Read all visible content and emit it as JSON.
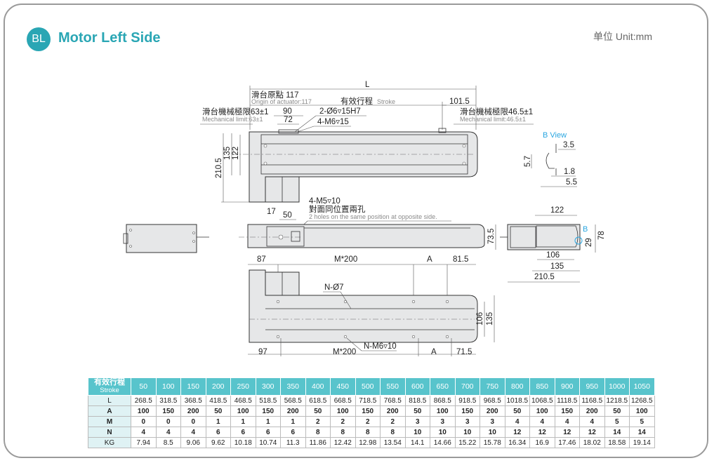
{
  "header": {
    "badge": "BL",
    "title": "Motor Left Side",
    "unit": "单位 Unit:mm"
  },
  "colors": {
    "accent": "#2aa6b4",
    "table_header": "#58c4cc",
    "b_view": "#2aa6e0"
  },
  "drawing": {
    "top_view": {
      "L": "L",
      "origin_cn": "滑台原點 117",
      "origin_en": "Origin of actuator:117",
      "stroke_cn": "有效行程",
      "stroke_en": "Stroke",
      "d101_5": "101.5",
      "mech_left_cn": "滑台機械極限63±1",
      "mech_left_en": "Mechanical limit:63±1",
      "mech_right_cn": "滑台機械極限46.5±1",
      "mech_right_en": "Mechanical limit:46.5±1",
      "d90": "90",
      "d72": "72",
      "pin_holes": "2-Ø6▿15H7",
      "tap_holes": "4-M6▿15",
      "d210_5": "210.5",
      "d135": "135",
      "d122": "122"
    },
    "b_view": {
      "title": "B View",
      "d3_5": "3.5",
      "d5_7": "5.7",
      "d1_8": "1.8",
      "d5_5": "5.5"
    },
    "side_view": {
      "m5_holes": "4-M5▿10",
      "m5_cn": "對面同位置兩孔",
      "m5_en": "2 holes on the same position at opposite side.",
      "d17": "17",
      "d50": "50"
    },
    "end_view": {
      "d122": "122",
      "d73_5": "73.5",
      "d29": "29",
      "d78": "78",
      "d106": "106",
      "d135": "135",
      "d210_5": "210.5",
      "b_label": "B"
    },
    "bottom_view": {
      "d87": "87",
      "m200_top": "M*200",
      "a_top": "A",
      "d81_5": "81.5",
      "n_d7": "N-Ø7",
      "n_m6": "N-M6▿10",
      "d106": "106",
      "d135": "135",
      "d97": "97",
      "m200_bottom": "M*200",
      "a_bottom": "A",
      "d71_5": "71.5"
    }
  },
  "spec_table": {
    "header_cn": "有效行程",
    "header_en": "Stroke",
    "strokes": [
      "50",
      "100",
      "150",
      "200",
      "250",
      "300",
      "350",
      "400",
      "450",
      "500",
      "550",
      "600",
      "650",
      "700",
      "750",
      "800",
      "850",
      "900",
      "950",
      "1000",
      "1050"
    ],
    "rows": [
      {
        "label": "L",
        "values": [
          "268.5",
          "318.5",
          "368.5",
          "418.5",
          "468.5",
          "518.5",
          "568.5",
          "618.5",
          "668.5",
          "718.5",
          "768.5",
          "818.5",
          "868.5",
          "918.5",
          "968.5",
          "1018.5",
          "1068.5",
          "1118.5",
          "1168.5",
          "1218.5",
          "1268.5"
        ]
      },
      {
        "label": "A",
        "values": [
          "100",
          "150",
          "200",
          "50",
          "100",
          "150",
          "200",
          "50",
          "100",
          "150",
          "200",
          "50",
          "100",
          "150",
          "200",
          "50",
          "100",
          "150",
          "200",
          "50",
          "100"
        ]
      },
      {
        "label": "M",
        "values": [
          "0",
          "0",
          "0",
          "1",
          "1",
          "1",
          "1",
          "2",
          "2",
          "2",
          "2",
          "3",
          "3",
          "3",
          "3",
          "4",
          "4",
          "4",
          "4",
          "5",
          "5"
        ]
      },
      {
        "label": "N",
        "values": [
          "4",
          "4",
          "4",
          "6",
          "6",
          "6",
          "6",
          "8",
          "8",
          "8",
          "8",
          "10",
          "10",
          "10",
          "10",
          "12",
          "12",
          "12",
          "12",
          "14",
          "14"
        ]
      },
      {
        "label": "KG",
        "values": [
          "7.94",
          "8.5",
          "9.06",
          "9.62",
          "10.18",
          "10.74",
          "11.3",
          "11.86",
          "12.42",
          "12.98",
          "13.54",
          "14.1",
          "14.66",
          "15.22",
          "15.78",
          "16.34",
          "16.9",
          "17.46",
          "18.02",
          "18.58",
          "19.14"
        ]
      }
    ]
  }
}
